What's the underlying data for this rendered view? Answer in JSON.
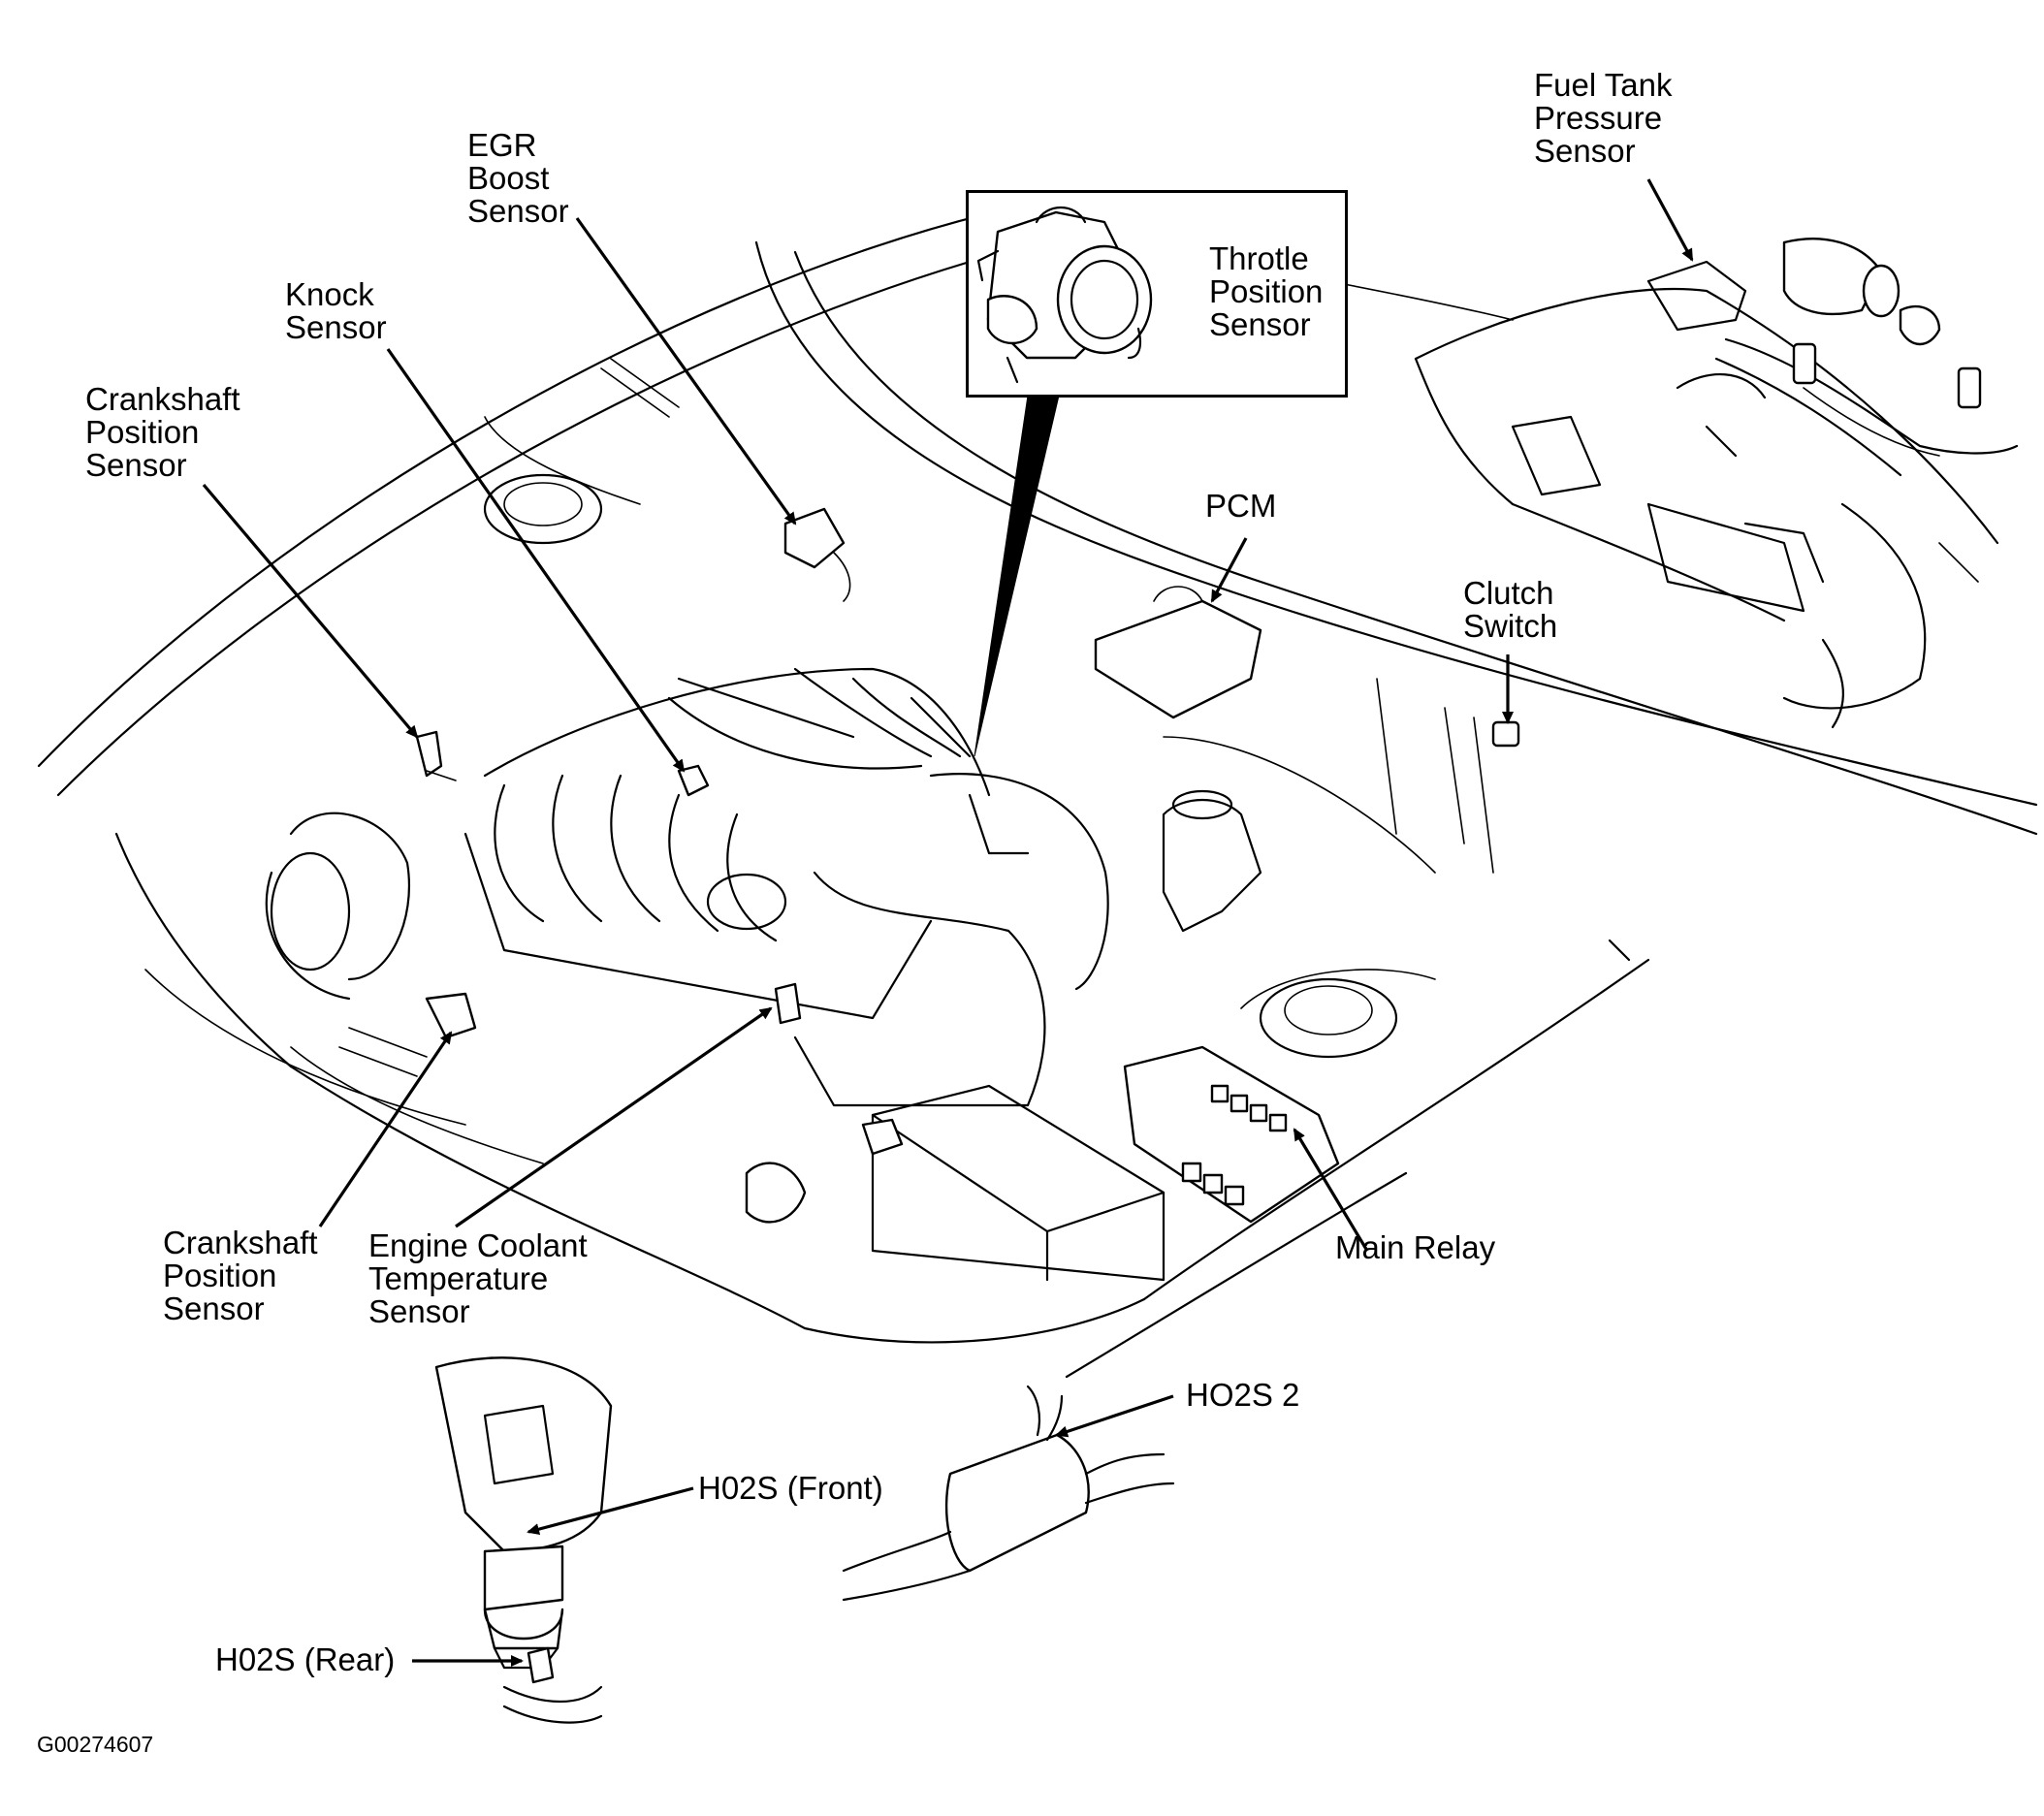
{
  "diagram": {
    "figure_id": "G00274607",
    "labels": {
      "egr_boost_sensor": [
        "EGR",
        "Boost",
        "Sensor"
      ],
      "knock_sensor": [
        "Knock",
        "Sensor"
      ],
      "crankshaft_position_sensor_upper": [
        "Crankshaft",
        "Position",
        "Sensor"
      ],
      "throttle_position_sensor": [
        "Throtle",
        "Position",
        "Sensor"
      ],
      "fuel_tank_pressure_sensor": [
        "Fuel Tank",
        "Pressure",
        "Sensor"
      ],
      "pcm": [
        "PCM"
      ],
      "clutch_switch": [
        "Clutch",
        "Switch"
      ],
      "crankshaft_position_sensor_lower": [
        "Crankshaft",
        "Position",
        "Sensor"
      ],
      "engine_coolant_temperature_sensor": [
        "Engine Coolant",
        "Temperature",
        "Sensor"
      ],
      "main_relay": [
        "Main Relay"
      ],
      "ho2s_2": [
        "HO2S 2"
      ],
      "h02s_front": [
        "H02S (Front)"
      ],
      "h02s_rear": [
        "H02S (Rear)"
      ]
    }
  }
}
